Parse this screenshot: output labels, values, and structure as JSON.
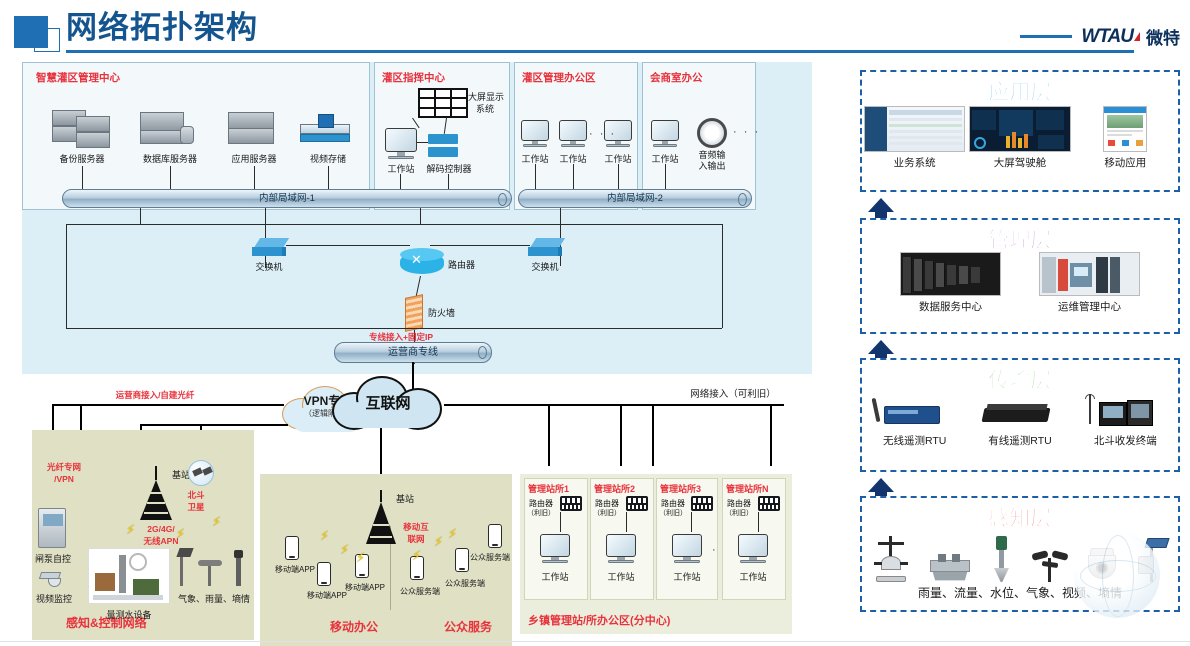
{
  "header": {
    "title": "网络拓扑架构",
    "brand_latin": "WTAU",
    "brand_cn": "微特",
    "brand_reg": "®"
  },
  "diagram": {
    "zones": {
      "smart_center": "智慧灌区管理中心",
      "command_center": "灌区指挥中心",
      "office_area": "灌区管理办公区",
      "meeting_room": "会商室办公",
      "township": "乡镇管理站/所办公区(分中心)",
      "sense_control": "感知&控制网络",
      "mobile_office": "移动办公",
      "public_service": "公众服务"
    },
    "servers": [
      {
        "label": "备份服务器"
      },
      {
        "label": "数据库服务器"
      },
      {
        "label": "应用服务器"
      },
      {
        "label": "视频存储"
      }
    ],
    "lan1": "内部局域网-1",
    "lan2": "内部局域网-2",
    "command_center_items": {
      "workstation": "工作站",
      "decoder": "解码控制器",
      "videowall": "大屏显示\n系统",
      "videowall_line1": "大屏显示",
      "videowall_line2": "系统"
    },
    "office_workstations": [
      "工作站",
      "工作站",
      "工作站"
    ],
    "meeting_items": {
      "workstation": "工作站",
      "audio_line1": "音频输",
      "audio_line2": "入输出"
    },
    "core": {
      "switch_left": "交换机",
      "switch_right": "交换机",
      "router": "路由器",
      "firewall": "防火墙",
      "carrier_line": "运营商专线",
      "dedicated_access": "专线接入+固定IP"
    },
    "clouds": {
      "vpn_title": "VPN专网",
      "vpn_sub": "（逻辑隔离）",
      "internet": "互联网"
    },
    "links": {
      "carrier_fiber": "运营商接入/自建光纤",
      "network_access": "网络接入（可利旧）",
      "fiber_vpn_line1": "光纤专网",
      "fiber_vpn_line2": "/VPN",
      "wireless_apn_line1": "2G/4G/",
      "wireless_apn_line2": "无线APN",
      "beidou_line1": "北斗",
      "beidou_line2": "卫星",
      "mobile_internet_line1": "移动互",
      "mobile_internet_line2": "联网"
    },
    "field_devices": {
      "gate_pump": "闸泵自控",
      "video_monitor": "视频监控",
      "water_measure": "量测水设备",
      "weather": "气象、雨量、墒情",
      "base_station": "基站"
    },
    "mobile": {
      "base_station": "基站",
      "apps": [
        "移动端APP",
        "移动端APP",
        "移动端APP"
      ],
      "public_clients": [
        "公众服务端",
        "公众服务端",
        "公众服务端"
      ]
    },
    "stations": [
      {
        "name": "管理站所1",
        "router": "路由器",
        "router_note": "（利旧）",
        "workstation": "工作站"
      },
      {
        "name": "管理站所2",
        "router": "路由器",
        "router_note": "（利旧）",
        "workstation": "工作站"
      },
      {
        "name": "管理站所3",
        "router": "路由器",
        "router_note": "（利旧）",
        "workstation": "工作站"
      },
      {
        "name": "管理站所N",
        "router": "路由器",
        "router_note": "（利旧）",
        "workstation": "工作站"
      }
    ],
    "ellipsis": "· · ·"
  },
  "layers": [
    {
      "title": "应用层",
      "color": "#1a9ee0",
      "items": [
        {
          "caption": "业务系统"
        },
        {
          "caption": "大屏驾驶舱"
        },
        {
          "caption": "移动应用"
        }
      ]
    },
    {
      "title": "管理层",
      "color": "#8a32c8",
      "items": [
        {
          "caption": "数据服务中心"
        },
        {
          "caption": "运维管理中心"
        }
      ]
    },
    {
      "title": "传输层",
      "color": "#41bf3a",
      "items": [
        {
          "caption": "无线遥测RTU"
        },
        {
          "caption": "有线遥测RTU"
        },
        {
          "caption": "北斗收发终端"
        }
      ]
    },
    {
      "title": "感知层",
      "color": "#e8202a",
      "items": [
        {
          "caption": "雨量、流量、水位、气象、视频、墒情"
        }
      ]
    }
  ]
}
